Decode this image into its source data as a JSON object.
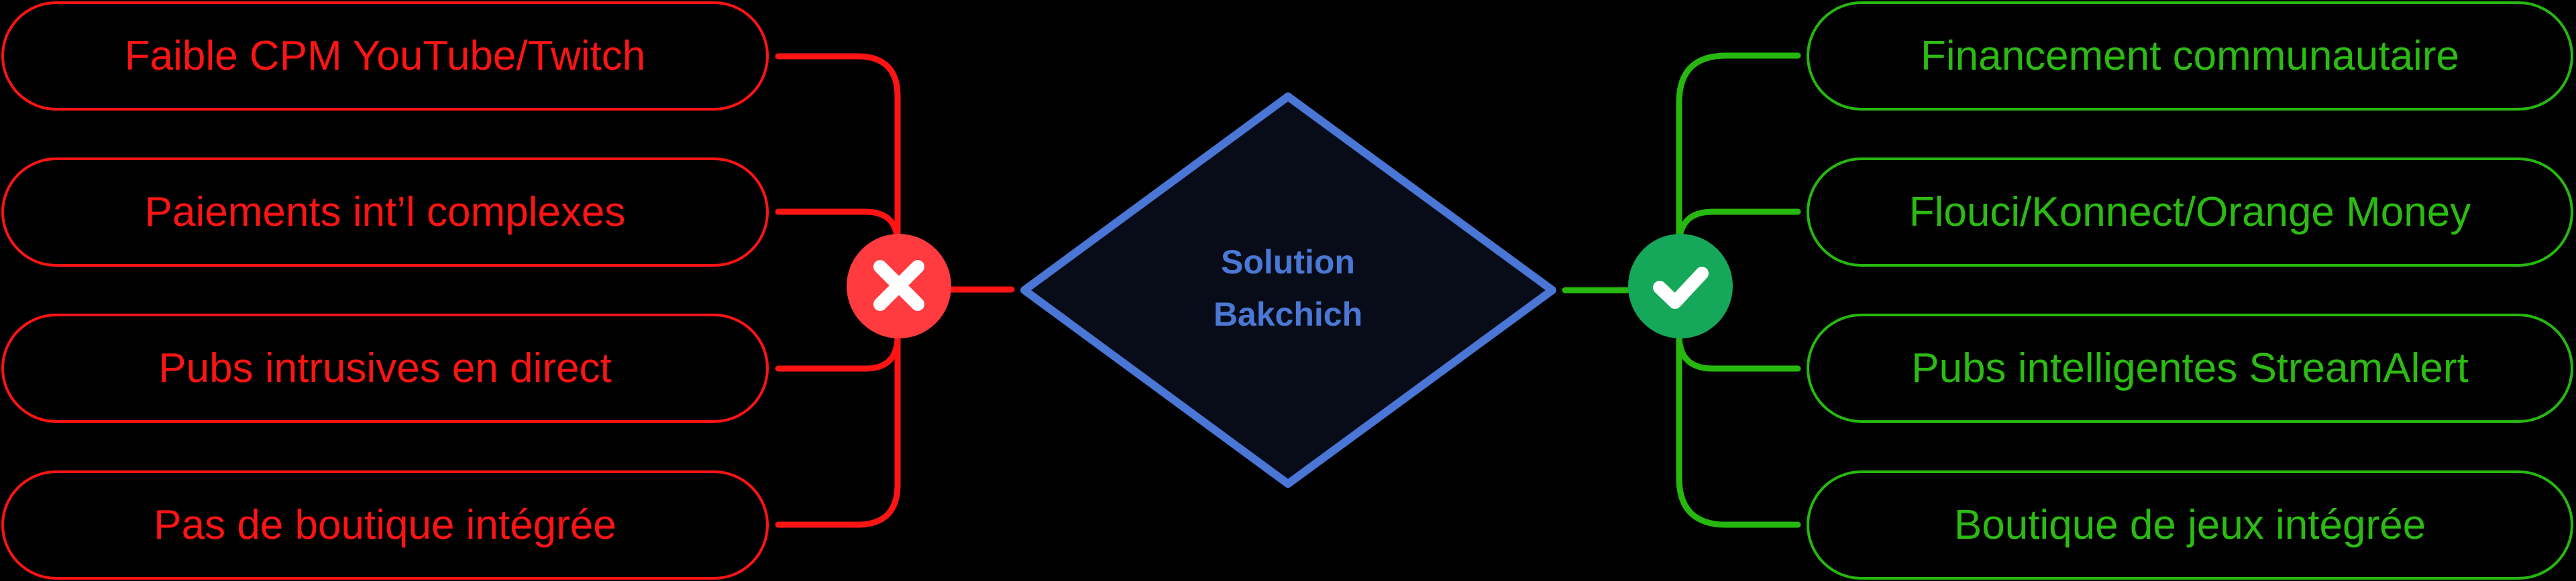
{
  "diagram": {
    "center": {
      "line1": "Solution",
      "line2": "Bakchich",
      "shape": "diamond",
      "stroke_color": "#4a76d6",
      "fill_color": "#080c18",
      "text_color": "#4a78d4"
    },
    "problems": {
      "icon": "x-icon",
      "color": "#ff1414",
      "badge_color": "#ff3b3f",
      "items": [
        {
          "label": "Faible CPM YouTube/Twitch"
        },
        {
          "label": "Paiements int’l complexes"
        },
        {
          "label": "Pubs intrusives en direct"
        },
        {
          "label": "Pas de boutique intégrée"
        }
      ]
    },
    "solutions": {
      "icon": "check-icon",
      "color": "#26b80e",
      "badge_color": "#16a85a",
      "items": [
        {
          "label": "Financement communautaire"
        },
        {
          "label": "Flouci/Konnect/Orange Money"
        },
        {
          "label": "Pubs intelligentes StreamAlert"
        },
        {
          "label": "Boutique de jeux intégrée"
        }
      ]
    }
  }
}
